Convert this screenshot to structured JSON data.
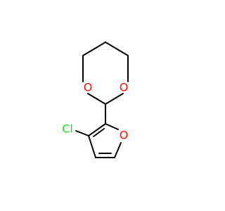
{
  "molecule": {
    "atoms": {
      "o1": {
        "symbol": "O",
        "color": "#ff0d0d"
      },
      "o2": {
        "symbol": "O",
        "color": "#ff0d0d"
      },
      "o3": {
        "symbol": "O",
        "color": "#ff0d0d"
      },
      "cl": {
        "symbol": "Cl",
        "color": "#1fdf1f"
      }
    },
    "bond_color": "#000000",
    "background": "#ffffff"
  }
}
